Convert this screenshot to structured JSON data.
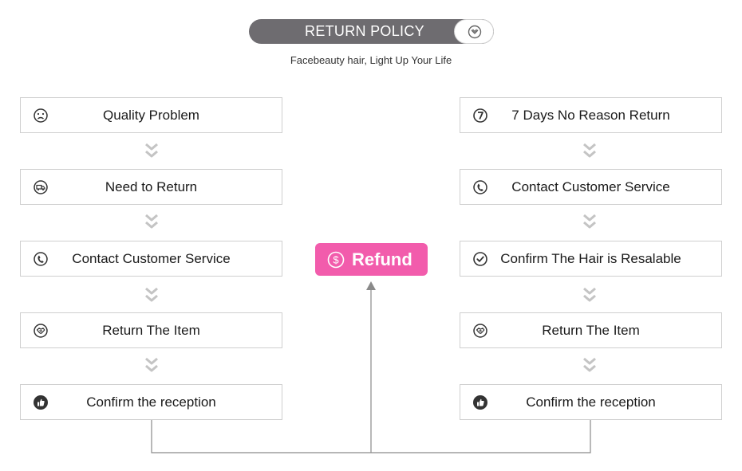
{
  "header": {
    "title": "RETURN POLICY",
    "toggle_icon": "chevron-down-circle-icon"
  },
  "subtitle": "Facebeauty hair, Light Up Your Life",
  "left_flow": [
    {
      "label": "Quality Problem",
      "icon": "sad-face-icon"
    },
    {
      "label": "Need to Return",
      "icon": "delivery-truck-icon"
    },
    {
      "label": "Contact Customer Service",
      "icon": "phone-icon"
    },
    {
      "label": "Return The Item",
      "icon": "handshake-icon"
    },
    {
      "label": "Confirm the reception",
      "icon": "thumbs-up-icon"
    }
  ],
  "right_flow": [
    {
      "label": "7 Days No Reason Return",
      "icon": "seven-circle-icon"
    },
    {
      "label": "Contact Customer Service",
      "icon": "phone-icon"
    },
    {
      "label": "Confirm The Hair is Resalable",
      "icon": "check-circle-icon"
    },
    {
      "label": "Return The Item",
      "icon": "handshake-icon"
    },
    {
      "label": "Confirm the reception",
      "icon": "thumbs-up-icon"
    }
  ],
  "refund": {
    "label": "Refund",
    "icon": "dollar-circle-icon"
  },
  "colors": {
    "header_bg": "#6e6c70",
    "refund_bg": "#f25cac",
    "border": "#cfcfcf",
    "chevron": "#c4c4c4",
    "line": "#8a8a8a"
  }
}
